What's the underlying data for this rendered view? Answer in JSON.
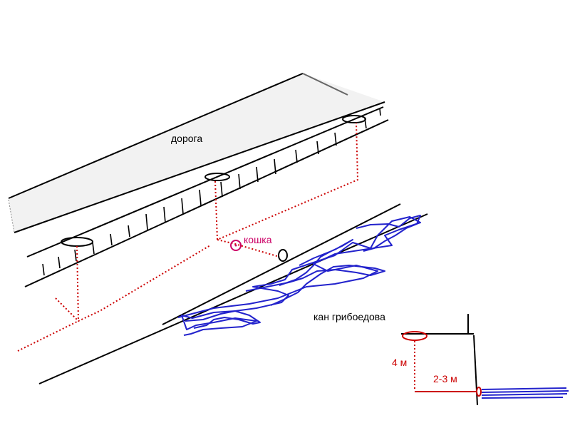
{
  "labels": {
    "road": "дорога",
    "cat": "кошка",
    "canal": "кан грибоедова",
    "height": "4 м",
    "distance": "2-3 м"
  },
  "colors": {
    "line": "#000000",
    "dotted": "#cc0000",
    "cat": "#cc0066",
    "water": "#2222cc",
    "section": "#cc0000",
    "road_fill": "#f2f2f2"
  }
}
